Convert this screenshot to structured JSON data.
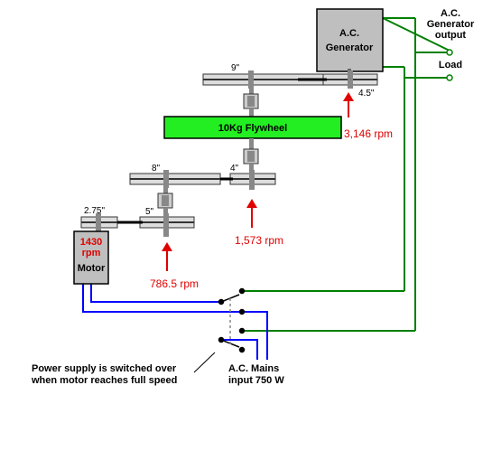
{
  "generator": {
    "line1": "A.C.",
    "line2": "Generator"
  },
  "output_label": {
    "line1": "A.C.",
    "line2": "Generator",
    "line3": "output"
  },
  "load_label": "Load",
  "flywheel_label": "10Kg Flywheel",
  "motor": {
    "rpm_value": "1430",
    "rpm_unit": "rpm",
    "label": "Motor"
  },
  "pulleys": {
    "p9": "9\"",
    "p4_5": "4.5\"",
    "p8": "8\"",
    "p4": "4\"",
    "p2_75": "2.75\"",
    "p5": "5\""
  },
  "speeds": {
    "generator": "3,146 rpm",
    "intermediate": "1,573 rpm",
    "motor_drive": "786.5 rpm"
  },
  "note": {
    "line1": "Power supply is switched over",
    "line2": "when motor reaches full speed"
  },
  "mains": {
    "line1": "A.C.  Mains",
    "line2": "input  750 W"
  },
  "colors": {
    "flywheel": "#22ee22",
    "box": "#bfbfbf",
    "rpm_text": "#e00000",
    "mains_wire": "#0000ff",
    "output_wire": "#008000"
  }
}
